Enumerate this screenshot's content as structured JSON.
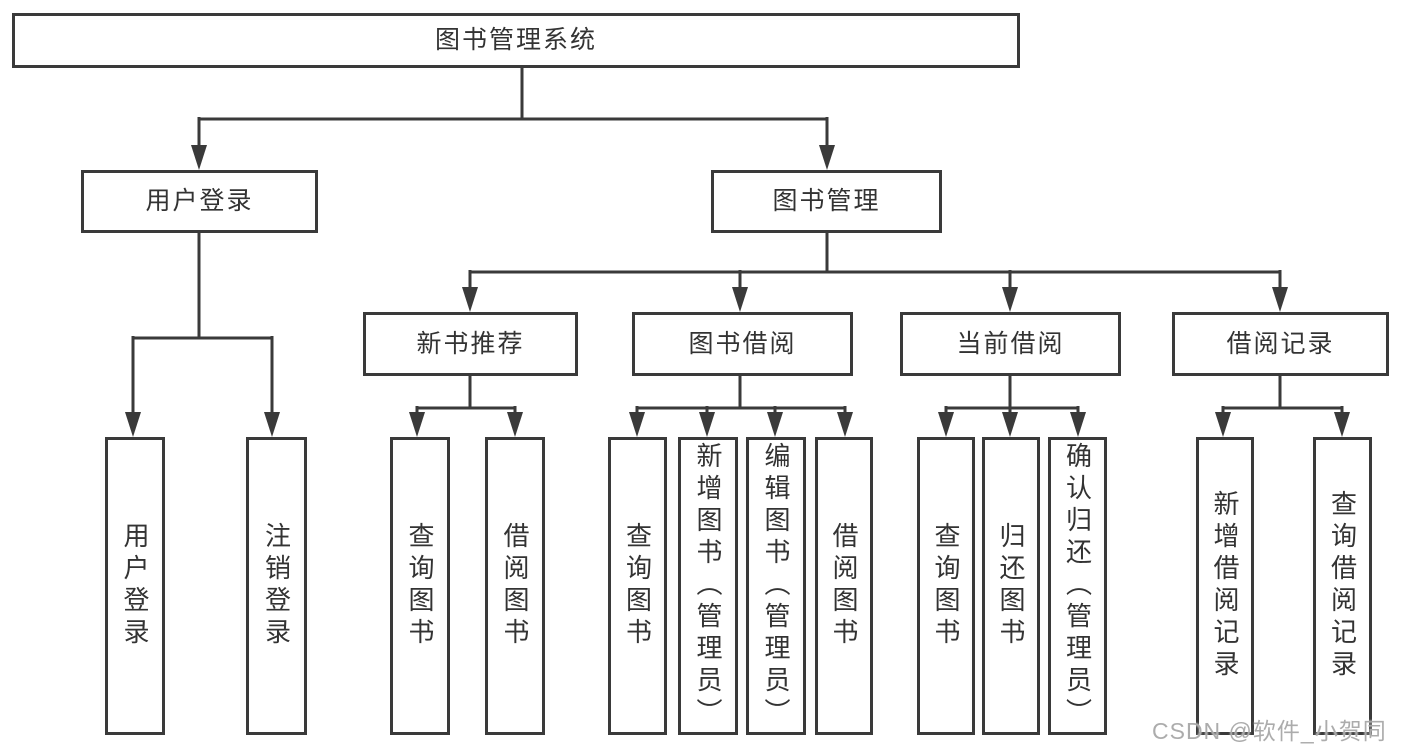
{
  "diagram": {
    "root": {
      "label": "图书管理系统"
    },
    "level2": [
      {
        "label": "用户登录"
      },
      {
        "label": "图书管理"
      }
    ],
    "level3": [
      {
        "label": "新书推荐"
      },
      {
        "label": "图书借阅"
      },
      {
        "label": "当前借阅"
      },
      {
        "label": "借阅记录"
      }
    ],
    "leaves": {
      "login": [
        {
          "label": "用户登录"
        },
        {
          "label": "注销登录"
        }
      ],
      "newbook": [
        {
          "label": "查询图书"
        },
        {
          "label": "借阅图书"
        }
      ],
      "borrow": [
        {
          "label": "查询图书"
        },
        {
          "label": "新增图书（管理员）"
        },
        {
          "label": "编辑图书（管理员）"
        },
        {
          "label": "借阅图书"
        }
      ],
      "current": [
        {
          "label": "查询图书"
        },
        {
          "label": "归还图书"
        },
        {
          "label": "确认归还（管理员）"
        }
      ],
      "records": [
        {
          "label": "新增借阅记录"
        },
        {
          "label": "查询借阅记录"
        }
      ]
    },
    "colors": {
      "line": "#3a3a3a",
      "text": "#333333",
      "watermark": "#a8a8a8",
      "background": "#ffffff"
    },
    "watermark": "CSDN @软件_小贺同学"
  }
}
